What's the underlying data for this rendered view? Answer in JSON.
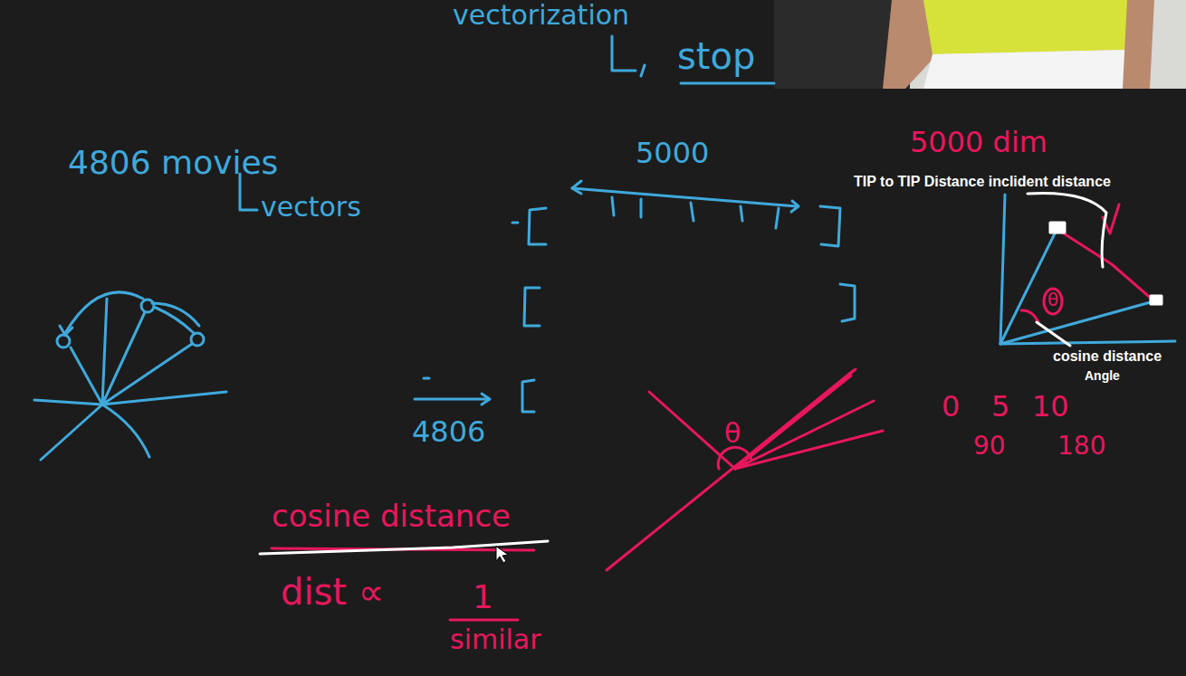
{
  "diagram": {
    "labels": [
      "vectorization",
      "stop",
      "4806 movies",
      "vectors",
      "5000",
      "5000 dim",
      "TIP to TIP Distance inclident distance",
      "θ",
      "cosine distance",
      "Angle",
      "4806",
      "θ",
      "0",
      "5",
      "10",
      "90",
      "180",
      "cosine distance",
      "dist ∝",
      "1",
      "similar"
    ]
  }
}
